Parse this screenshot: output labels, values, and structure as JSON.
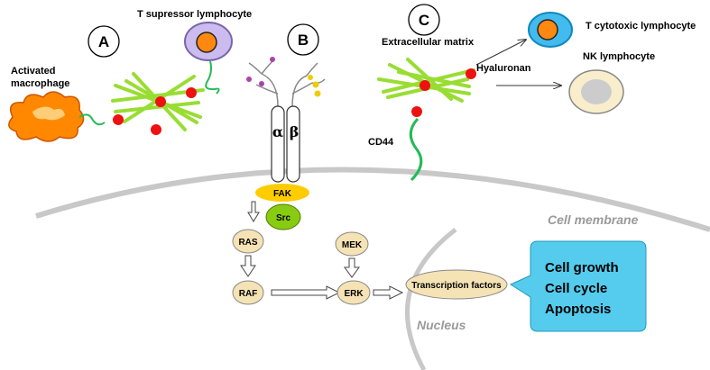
{
  "panels": {
    "a": "A",
    "b": "B",
    "c": "C"
  },
  "labels": {
    "t_suppressor": "T supressor lymphocyte",
    "activated": "Activated",
    "macrophage": "macrophage",
    "extracellular_matrix": "Extracellular matrix",
    "t_cytotoxic": "T cytotoxic lymphocyte",
    "nk": "NK lymphocyte",
    "hyaluronan": "Hyaluronan",
    "cd44": "CD44",
    "alpha": "α",
    "beta": "β",
    "cell_membrane": "Cell membrane",
    "nucleus": "Nucleus"
  },
  "pathway": {
    "fak": "FAK",
    "src": "Src",
    "ras": "RAS",
    "raf": "RAF",
    "mek": "MEK",
    "erk": "ERK",
    "transcription": "Transcription factors"
  },
  "outcomes": [
    "Cell growth",
    "Cell cycle",
    "Apoptosis"
  ],
  "colors": {
    "ecm_fiber": "#99dd33",
    "hyaluronan_dot": "#ee1111",
    "cd44": "#22bb55",
    "fak": "#ffcc00",
    "src": "#88cc11",
    "pathway_node": "#f5e3b5",
    "outcome_bubble": "#55ccee",
    "membrane": "#c8c8c8",
    "macrophage": "#ff8800",
    "t_suppressor": "#ccbbee",
    "t_cytotoxic": "#44bbee",
    "nk": "#f8eecc"
  }
}
